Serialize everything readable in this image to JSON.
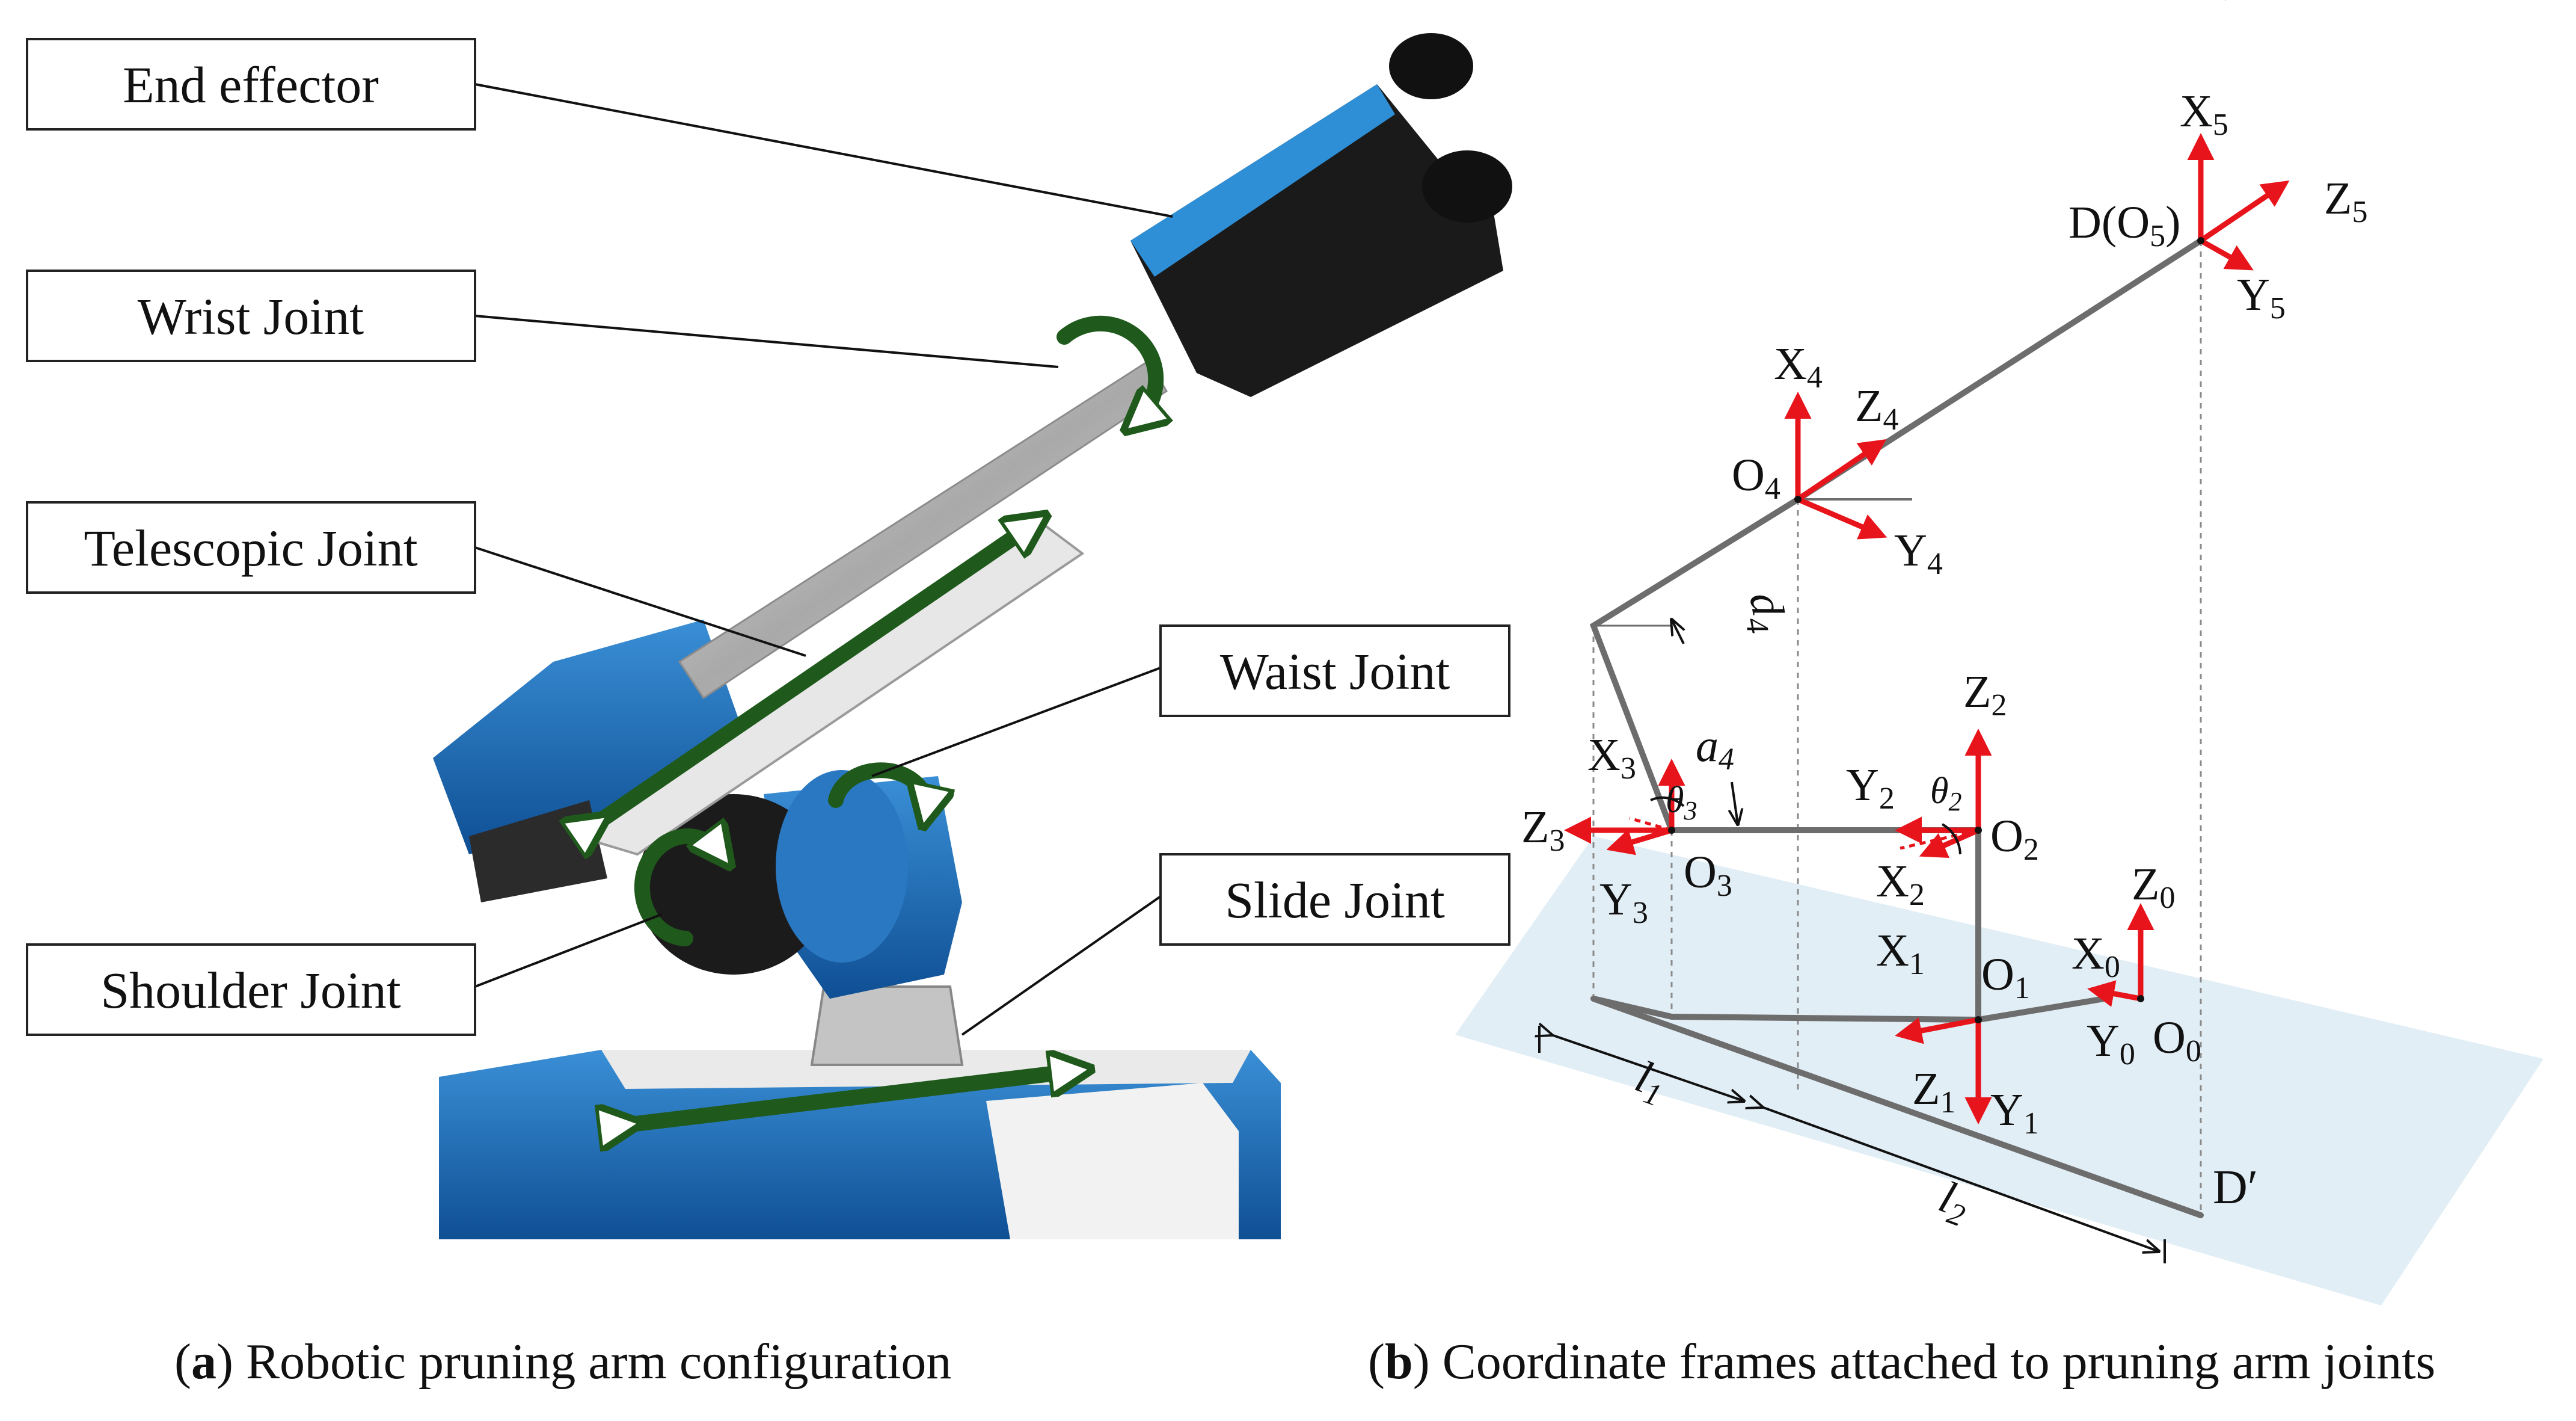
{
  "panel_a": {
    "labels": {
      "end_effector": "End effector",
      "wrist_joint": "Wrist Joint",
      "telescopic_joint": "Telescopic Joint",
      "waist_joint": "Waist Joint",
      "slide_joint": "Slide Joint",
      "shoulder_joint": "Shoulder Joint"
    },
    "caption_letter": "a",
    "caption_text": "Robotic pruning arm configuration"
  },
  "panel_b": {
    "frames": {
      "x5": "X",
      "x5s": "5",
      "z5": "Z",
      "z5s": "5",
      "y5": "Y",
      "y5s": "5",
      "d": "D(O",
      "ds": "5",
      "dc": ")",
      "x4": "X",
      "x4s": "4",
      "z4": "Z",
      "z4s": "4",
      "y4": "Y",
      "y4s": "4",
      "o4": "O",
      "o4s": "4",
      "d4": "d",
      "d4s": "4",
      "a4": "a",
      "a4s": "4",
      "x3": "X",
      "x3s": "3",
      "z3": "Z",
      "z3s": "3",
      "y3": "Y",
      "y3s": "3",
      "o3": "O",
      "o3s": "3",
      "th3": "θ",
      "th3s": "3",
      "z2": "Z",
      "z2s": "2",
      "y2": "Y",
      "y2s": "2",
      "th2": "θ",
      "th2s": "2",
      "o2": "O",
      "o2s": "2",
      "x2": "X",
      "x2s": "2",
      "x1": "X",
      "x1s": "1",
      "o1": "O",
      "o1s": "1",
      "z1": "Z",
      "z1s": "1",
      "y1": "Y",
      "y1s": "1",
      "z0": "Z",
      "z0s": "0",
      "x0": "X",
      "x0s": "0",
      "y0": "Y",
      "y0s": "0",
      "o0": "O",
      "o0s": "0",
      "l1": "l",
      "l1s": "1",
      "l2": "l",
      "l2s": "2",
      "dprime": "D′"
    },
    "caption_letter": "b",
    "caption_text": "Coordinate frames attached to pruning arm joints"
  },
  "colors": {
    "frame_red": "#e8141b",
    "link_gray": "#6d6d6d",
    "plane": "#dcebf3",
    "arrow_green": "#1f5a1c",
    "robot_blue": "#1f6fb4"
  }
}
